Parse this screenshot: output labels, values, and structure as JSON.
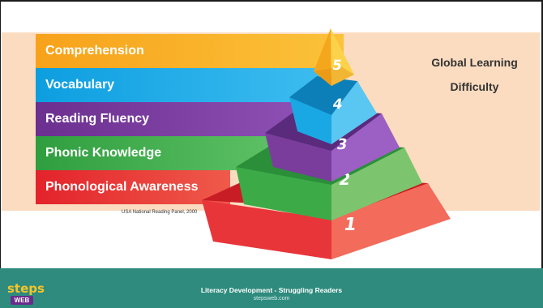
{
  "levels": [
    {
      "label": "Comprehension",
      "number": "5",
      "color": "#f9a81c"
    },
    {
      "label": "Vocabulary",
      "number": "4",
      "color": "#1aa8e4"
    },
    {
      "label": "Reading Fluency",
      "number": "3",
      "color": "#7a3d9c"
    },
    {
      "label": "Phonic Knowledge",
      "number": "2",
      "color": "#3daa48"
    },
    {
      "label": "Phonological Awareness",
      "number": "1",
      "color": "#e8353a"
    }
  ],
  "citation": "USA National Reading Panel, 2000",
  "side_title": {
    "line1": "Global Learning",
    "line2": "Difficulty"
  },
  "footer": {
    "title": "Literacy Development - Struggling Readers",
    "url": "stepsweb.com",
    "logo_text": "steps",
    "logo_sub": "WEB"
  }
}
